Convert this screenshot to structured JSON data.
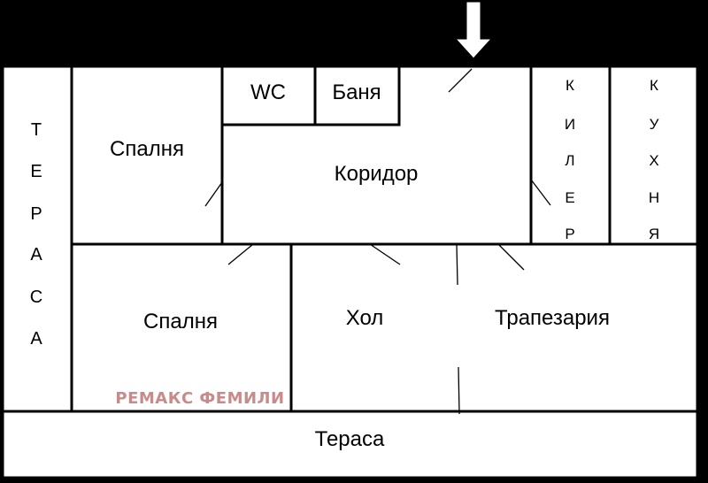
{
  "rooms": {
    "terrace_left": [
      "Т",
      "Е",
      "Р",
      "А",
      "С",
      "А"
    ],
    "bedroom_top": "Спалня",
    "wc": "WC",
    "bathroom": "Баня",
    "corridor": "Коридор",
    "pantry": [
      "К",
      "И",
      "Л",
      "Е",
      "Р"
    ],
    "kitchen": [
      "К",
      "У",
      "Х",
      "Н",
      "Я"
    ],
    "bedroom_bottom": "Спалня",
    "hall": "Хол",
    "dining": "Трапезария",
    "terrace_bottom": "Тераса"
  },
  "watermark": "РЕМАКС ФЕМИЛИ",
  "colors": {
    "background": "#000000",
    "walls": "#ffffff",
    "watermark": "#c98a8a"
  },
  "icons": {
    "entrance": "arrow-down-icon"
  }
}
